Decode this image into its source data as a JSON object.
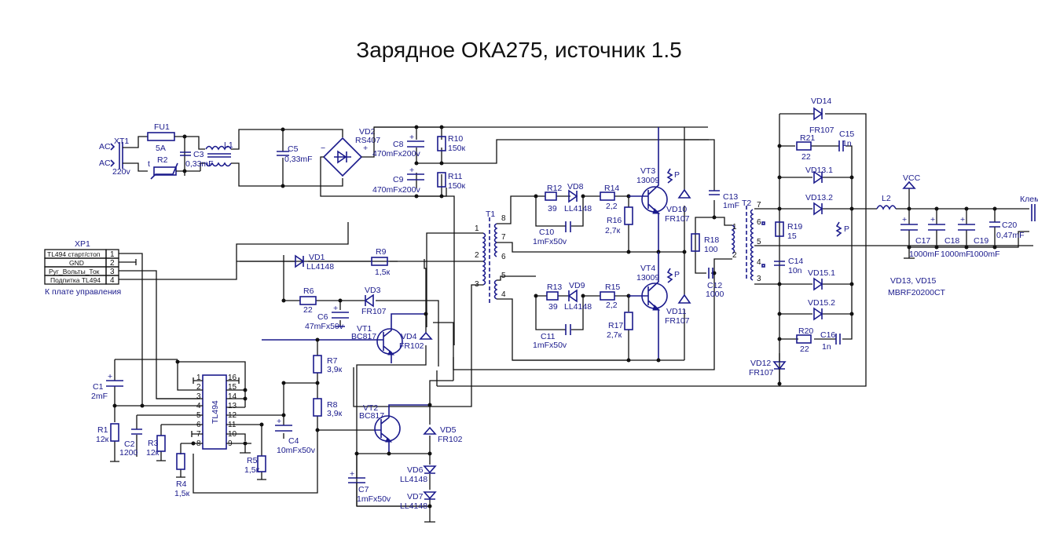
{
  "title": "Зарядное ОКА275, источник 1.5",
  "input": {
    "xt1": "XT1",
    "ac1": "AC",
    "ac2": "AC",
    "voltage": "220v"
  },
  "connector": {
    "ref": "XP1",
    "caption": "К плате управления",
    "pins": [
      {
        "label": "TL494 старт/стоп",
        "num": "1"
      },
      {
        "label": "GND",
        "num": "2"
      },
      {
        "label": "Рyг_Вольты_Ток",
        "num": "3"
      },
      {
        "label": "Подпитка TL494",
        "num": "4"
      }
    ]
  },
  "components": {
    "FU1": {
      "ref": "FU1",
      "value": "5A"
    },
    "R2": {
      "ref": "R2",
      "value": "t"
    },
    "C3": {
      "ref": "C3",
      "value": "0,33mF"
    },
    "L1": {
      "ref": "L1"
    },
    "C5": {
      "ref": "C5",
      "value": "0,33mF"
    },
    "VD2": {
      "ref": "VD2",
      "value": "RS407",
      "minus": "−",
      "plus": "+"
    },
    "C8": {
      "ref": "C8",
      "value": "470mFx200v"
    },
    "C9": {
      "ref": "C9",
      "value": "470mFx200v"
    },
    "R10": {
      "ref": "R10",
      "value": "150к"
    },
    "R11": {
      "ref": "R11",
      "value": "150к"
    },
    "R12": {
      "ref": "R12",
      "value": "39"
    },
    "VD8": {
      "ref": "VD8",
      "value": "LL4148"
    },
    "R14": {
      "ref": "R14",
      "value": "2,2"
    },
    "C10": {
      "ref": "C10",
      "value": "1mFx50v"
    },
    "R16": {
      "ref": "R16",
      "value": "2,7к"
    },
    "VT3": {
      "ref": "VT3",
      "value": "13009"
    },
    "VD10": {
      "ref": "VD10",
      "value": "FR107"
    },
    "R13": {
      "ref": "R13",
      "value": "39"
    },
    "VD9": {
      "ref": "VD9",
      "value": "LL4148"
    },
    "R15": {
      "ref": "R15",
      "value": "2,2"
    },
    "C11": {
      "ref": "C11",
      "value": "1mFx50v"
    },
    "R17": {
      "ref": "R17",
      "value": "2,7к"
    },
    "VT4": {
      "ref": "VT4",
      "value": "13009"
    },
    "VD11": {
      "ref": "VD11",
      "value": "FR107"
    },
    "T1": {
      "ref": "T1",
      "pins": [
        "1",
        "2",
        "3",
        "4",
        "5",
        "6",
        "7",
        "8"
      ]
    },
    "C13": {
      "ref": "C13",
      "value": "1mF"
    },
    "R18": {
      "ref": "R18",
      "value": "100"
    },
    "C12": {
      "ref": "C12",
      "value": "1000"
    },
    "T2": {
      "ref": "T2",
      "pins": [
        "1",
        "2",
        "3",
        "4",
        "5",
        "6",
        "7"
      ]
    },
    "R19": {
      "ref": "R19",
      "value": "15"
    },
    "C14": {
      "ref": "C14",
      "value": "10n"
    },
    "VD14": {
      "ref": "VD14",
      "value": "FR107"
    },
    "R21": {
      "ref": "R21",
      "value": "22"
    },
    "C15": {
      "ref": "C15",
      "value": "1n"
    },
    "VD13_1": {
      "ref": "VD13.1"
    },
    "VD13_2": {
      "ref": "VD13.2"
    },
    "VD15_1": {
      "ref": "VD15.1"
    },
    "VD15_2": {
      "ref": "VD15.2"
    },
    "R20": {
      "ref": "R20",
      "value": "22"
    },
    "C16": {
      "ref": "C16",
      "value": "1n"
    },
    "VD12": {
      "ref": "VD12",
      "value": "FR107"
    },
    "L2": {
      "ref": "L2"
    },
    "VCC": {
      "ref": "VCC"
    },
    "C17": {
      "ref": "C17",
      "value": "1000mF"
    },
    "C18": {
      "ref": "C18",
      "value": "1000mF"
    },
    "C19": {
      "ref": "C19",
      "value": "1000mF"
    },
    "C20": {
      "ref": "C20",
      "value": "0,47mF"
    },
    "KLEM": {
      "ref": "Клем"
    },
    "note1": "VD13, VD15",
    "note2": "MBRF20200CT",
    "P": "P",
    "VD1": {
      "ref": "VD1",
      "value": "LL4148"
    },
    "R9": {
      "ref": "R9",
      "value": "1,5к"
    },
    "R6": {
      "ref": "R6",
      "value": "22"
    },
    "C6": {
      "ref": "C6",
      "value": "47mFx50v"
    },
    "VD3": {
      "ref": "VD3",
      "value": "FR107"
    },
    "VT1": {
      "ref": "VT1",
      "value": "BC817"
    },
    "VD4": {
      "ref": "VD4",
      "value": "FR102"
    },
    "R7": {
      "ref": "R7",
      "value": "3,9к"
    },
    "R8": {
      "ref": "R8",
      "value": "3,9к"
    },
    "VT2": {
      "ref": "VT2",
      "value": "BC817"
    },
    "VD5": {
      "ref": "VD5",
      "value": "FR102"
    },
    "VD6": {
      "ref": "VD6",
      "value": "LL4148"
    },
    "VD7": {
      "ref": "VD7",
      "value": "LL4148"
    },
    "C7": {
      "ref": "C7",
      "value": "1mFx50v"
    },
    "C1": {
      "ref": "C1",
      "value": "2mF"
    },
    "R1": {
      "ref": "R1",
      "value": "12к"
    },
    "C2": {
      "ref": "C2",
      "value": "1200"
    },
    "R3": {
      "ref": "R3",
      "value": "12к"
    },
    "R4": {
      "ref": "R4",
      "value": "1,5к"
    },
    "R5": {
      "ref": "R5",
      "value": "1,5к"
    },
    "C4": {
      "ref": "C4",
      "value": "10mFx50v"
    },
    "U1": {
      "ref": "TL494",
      "pins_left": [
        "1",
        "2",
        "3",
        "4",
        "5",
        "6",
        "7",
        "8"
      ],
      "pins_right": [
        "16",
        "15",
        "14",
        "13",
        "12",
        "11",
        "10",
        "9"
      ]
    }
  }
}
